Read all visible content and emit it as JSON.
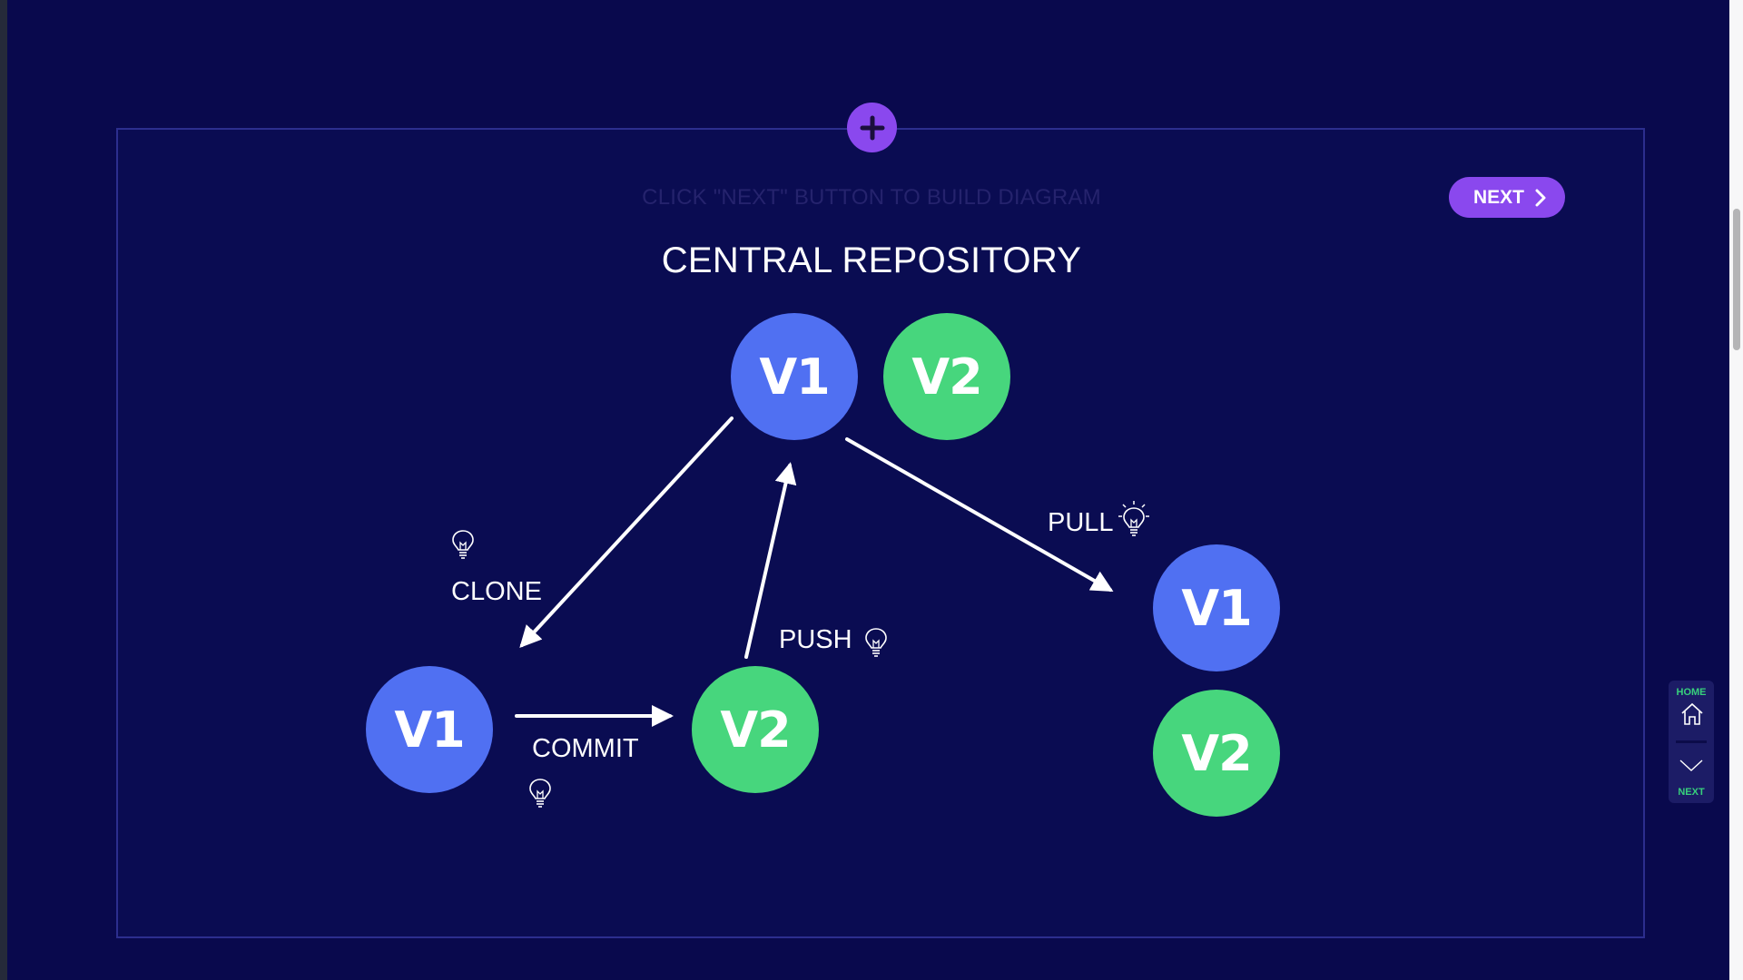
{
  "instruction": "CLICK \"NEXT\" BUTTON TO BUILD DIAGRAM",
  "next_button": {
    "label": "NEXT",
    "icon": "chevron-right-icon"
  },
  "add_button": {
    "icon": "plus-icon"
  },
  "title": "CENTRAL REPOSITORY",
  "nodes": {
    "central_v1": "V1",
    "central_v2": "V2",
    "local_v1": "V1",
    "local_v2": "V2",
    "remote_v1": "V1",
    "remote_v2": "V2"
  },
  "edges": {
    "clone": {
      "label": "CLONE",
      "from": "central_v1",
      "to": "local_v1",
      "hint_icon": "lightbulb-icon",
      "hint_lit": false
    },
    "commit": {
      "label": "COMMIT",
      "from": "local_v1",
      "to": "local_v2",
      "hint_icon": "lightbulb-icon",
      "hint_lit": false
    },
    "push": {
      "label": "PUSH",
      "from": "local_v2",
      "to": "central_v1",
      "hint_icon": "lightbulb-icon",
      "hint_lit": false
    },
    "pull": {
      "label": "PULL",
      "from": "central_v1",
      "to": "remote_v1",
      "hint_icon": "lightbulb-icon",
      "hint_lit": true
    }
  },
  "colors": {
    "background": "#09094d",
    "v1": "#5070f2",
    "v2": "#47d67d",
    "accent": "#8a48ee",
    "nav_text": "#37d07c"
  },
  "nav": {
    "home_label": "HOME",
    "next_label": "NEXT"
  }
}
